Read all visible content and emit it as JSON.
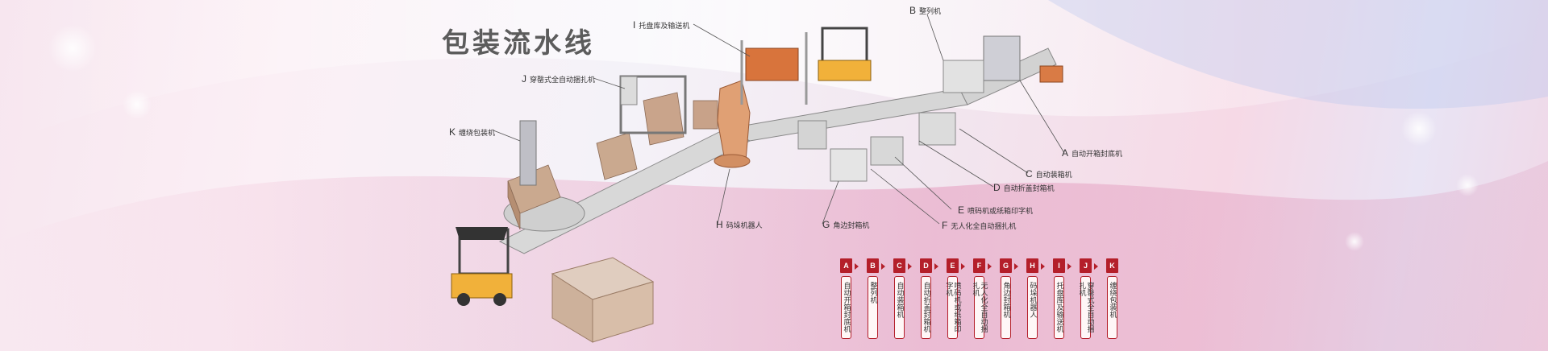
{
  "title": "包装流水线",
  "callouts": [
    {
      "letter": "I",
      "label": "托盘库及输送机"
    },
    {
      "letter": "B",
      "label": "整列机"
    },
    {
      "letter": "J",
      "label": "穿罄式全自动捆扎机"
    },
    {
      "letter": "K",
      "label": "缠绕包装机"
    },
    {
      "letter": "A",
      "label": "自动开箱封底机"
    },
    {
      "letter": "C",
      "label": "自动装箱机"
    },
    {
      "letter": "D",
      "label": "自动折盖封箱机"
    },
    {
      "letter": "E",
      "label": "喷码机或纸箱印字机"
    },
    {
      "letter": "F",
      "label": "无人化全自动捆扎机"
    },
    {
      "letter": "G",
      "label": "角边封箱机"
    },
    {
      "letter": "H",
      "label": "码垛机器人"
    }
  ],
  "legend": [
    {
      "letter": "A",
      "label": "自动开箱封底机"
    },
    {
      "letter": "B",
      "label": "整列机"
    },
    {
      "letter": "C",
      "label": "自动装箱机"
    },
    {
      "letter": "D",
      "label": "自动折盖封箱机"
    },
    {
      "letter": "E",
      "label": "喷码机或纸箱印字机"
    },
    {
      "letter": "F",
      "label": "无人化全自动捆扎机"
    },
    {
      "letter": "G",
      "label": "角边封箱机"
    },
    {
      "letter": "H",
      "label": "码垛机器人"
    },
    {
      "letter": "I",
      "label": "托盘库及输送机"
    },
    {
      "letter": "J",
      "label": "穿罄式全自动捆扎机"
    },
    {
      "letter": "K",
      "label": "缠绕包装机"
    }
  ],
  "colors": {
    "accent": "#b41f2a",
    "title": "#5c5c5c"
  }
}
